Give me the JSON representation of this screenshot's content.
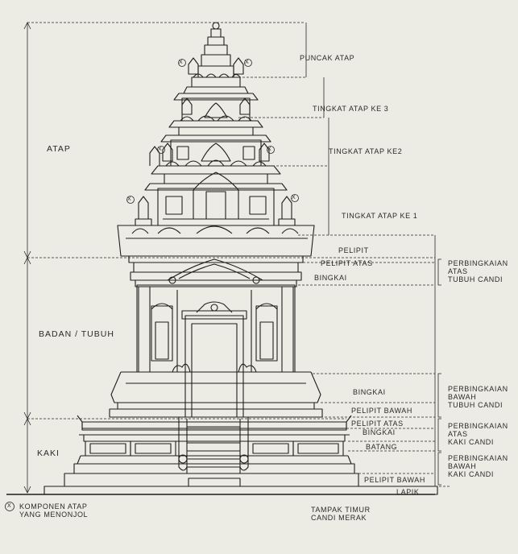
{
  "zones": {
    "atap": "ATAP",
    "badan": "BADAN / TUBUH",
    "kaki": "KAKI"
  },
  "parts": {
    "puncak_atap": "PUNCAK ATAP",
    "tingkat_3": "TINGKAT ATAP KE 3",
    "tingkat_2": "TINGKAT ATAP KE2",
    "tingkat_1": "TINGKAT ATAP KE 1",
    "pelipit": "PELIPIT",
    "pelipit_atas_1": "PELIPIT ATAS",
    "bingkai_1": "BINGKAI",
    "bingkai_2": "BINGKAI",
    "pelipit_bawah_1": "PELIPIT BAWAH",
    "pelipit_atas_2": "PELIPIT ATAS",
    "bingkai_3": "BINGKAI",
    "batang": "BATANG",
    "pelipit_bawah_2": "PELIPIT BAWAH",
    "lapik": "LAPIK"
  },
  "groups": {
    "perbingkaian_atas_tubuh": "PERBINGKAIAN\nATAS\nTUBUH CANDI",
    "perbingkaian_bawah_tubuh": "PERBINGKAIAN\nBAWAH\nTUBUH CANDI",
    "perbingkaian_atas_kaki": "PERBINGKAIAN\nATAS\nKAKI CANDI",
    "perbingkaian_bawah_kaki": "PERBINGKAIAN\nBAWAH\nKAKI CANDI"
  },
  "legend": {
    "symbol": "X",
    "text": "KOMPONEN ATAP\nYANG MENONJOL"
  },
  "caption": "TAMPAK TIMUR\nCANDI MERAK",
  "colors": {
    "paper": "#ecebe4",
    "ink": "#1e1e1e"
  }
}
